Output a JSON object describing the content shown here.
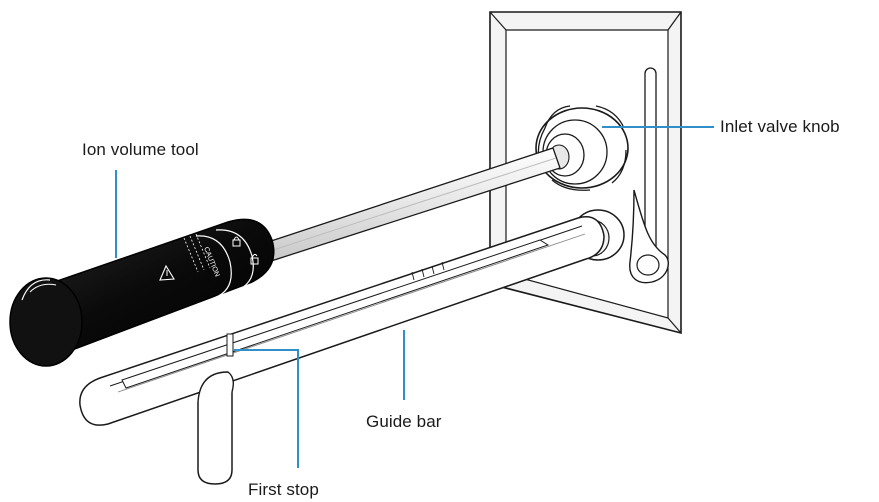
{
  "callouts": {
    "ion_volume_tool": "Ion volume tool",
    "inlet_valve_knob": "Inlet valve knob",
    "guide_bar": "Guide bar",
    "first_stop": "First stop"
  },
  "tool_markings": {
    "caution": "CAUTION"
  },
  "colors": {
    "leader_line": "#2f8fc9",
    "outline": "#1a1a1a",
    "tool_body": "#0d0d0d",
    "panel_fill": "#f2f2f2"
  }
}
